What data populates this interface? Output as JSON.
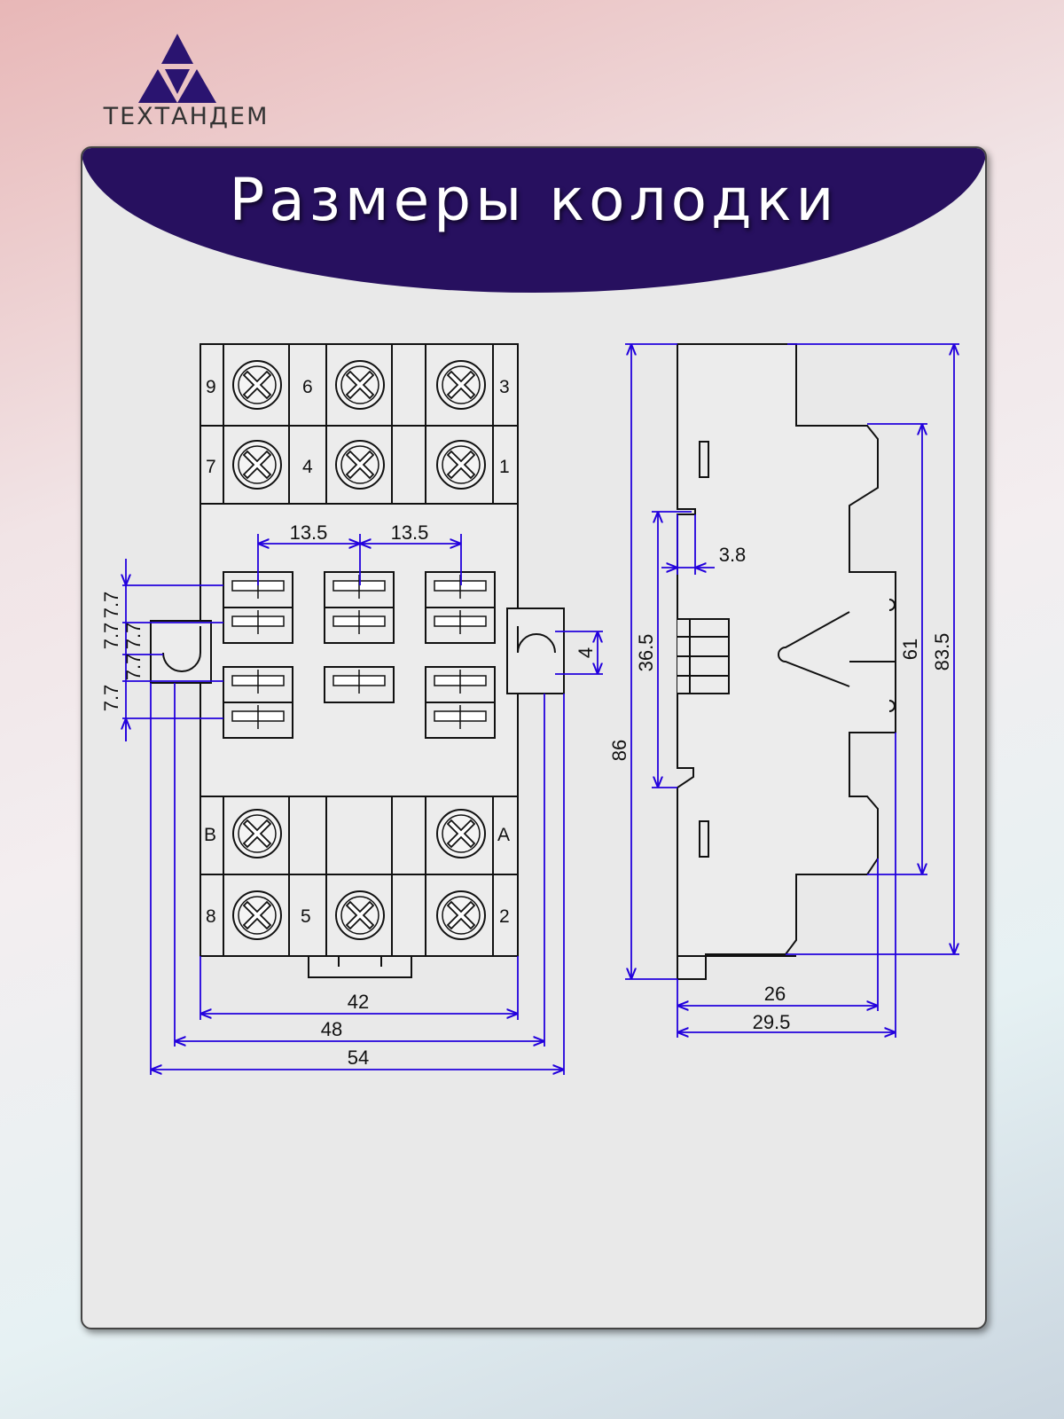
{
  "brand": {
    "name": "ТЕХТАНДЕМ"
  },
  "header": {
    "title": "Размеры колодки"
  },
  "front_view": {
    "terminals_top": [
      "9",
      "6",
      "3",
      "7",
      "4",
      "1"
    ],
    "terminals_bottom": [
      "B",
      "A",
      "8",
      "5",
      "2"
    ],
    "dims": {
      "pitch_a": "13.5",
      "pitch_b": "13.5",
      "row_1": "7.7",
      "row_2": "7.7",
      "row_3": "7.7",
      "row_4": "7.7",
      "row_5": "7.7",
      "hole": "4",
      "width_42": "42",
      "width_48": "48",
      "width_54": "54"
    }
  },
  "side_view": {
    "dims": {
      "clip": "3.8",
      "rail": "36.5",
      "height_86": "86",
      "height_61": "61",
      "height_83_5": "83.5",
      "depth_26": "26",
      "depth_29_5": "29.5"
    }
  },
  "colors": {
    "banner": "#27105f",
    "dimension_line": "#2200dd",
    "outline": "#111111",
    "card": "#e9e9e9"
  }
}
